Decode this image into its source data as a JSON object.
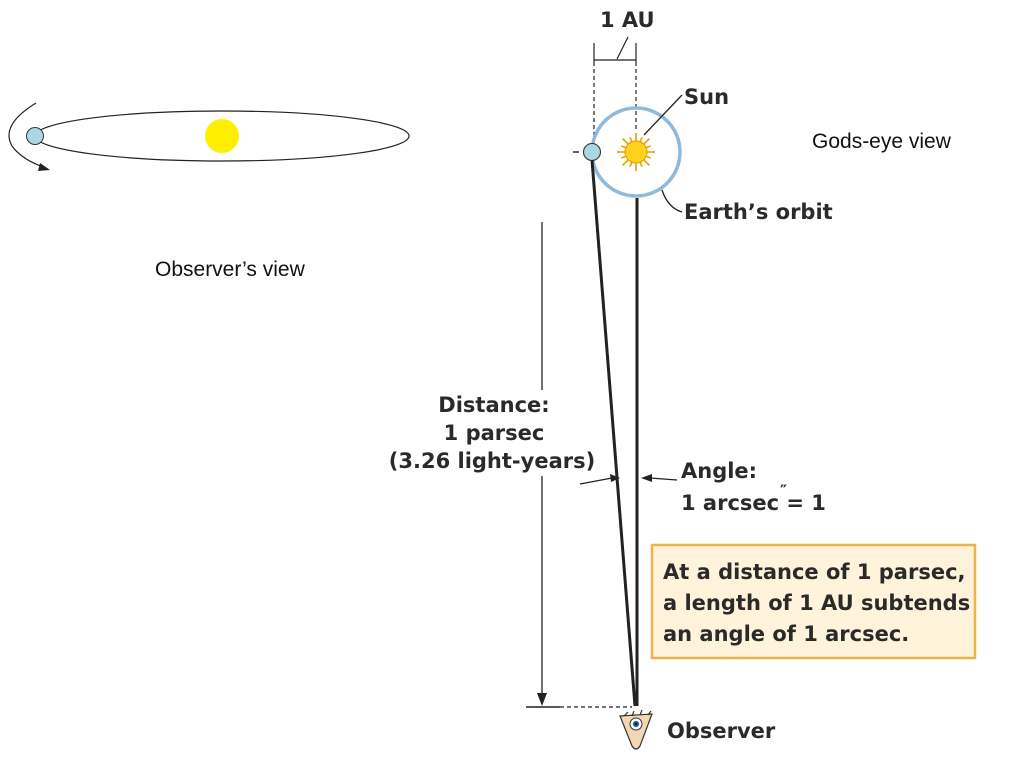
{
  "labels": {
    "one_au": "1 AU",
    "sun": "Sun",
    "earths_orbit": "Earth’s orbit",
    "gods_eye_view": "Gods-eye view",
    "observers_view": "Observer’s view",
    "distance_title": "Distance:",
    "distance_value": "1 parsec",
    "distance_ly": "(3.26 light-years)",
    "angle_title": "Angle:",
    "angle_value": "1 arcsec = 1",
    "angle_mark": "″",
    "callout_line1": "At a distance of 1 parsec,",
    "callout_line2": "a length of 1 AU subtends",
    "callout_line3": "an angle of 1 arcsec.",
    "observer": "Observer"
  },
  "icons": {
    "sun": "sun-icon",
    "earth": "earth-icon",
    "observer": "eye-icon",
    "orbit_arrow": "orbit-arrow-icon"
  },
  "colors": {
    "sun_flat": "#ffee00",
    "sun_core": "#ffd21e",
    "sun_ray": "#e8a200",
    "earth": "#a9d8e3",
    "orbit": "#8fb9dc",
    "callout_fill": "#fff3dc",
    "callout_border": "#f0b24a"
  }
}
